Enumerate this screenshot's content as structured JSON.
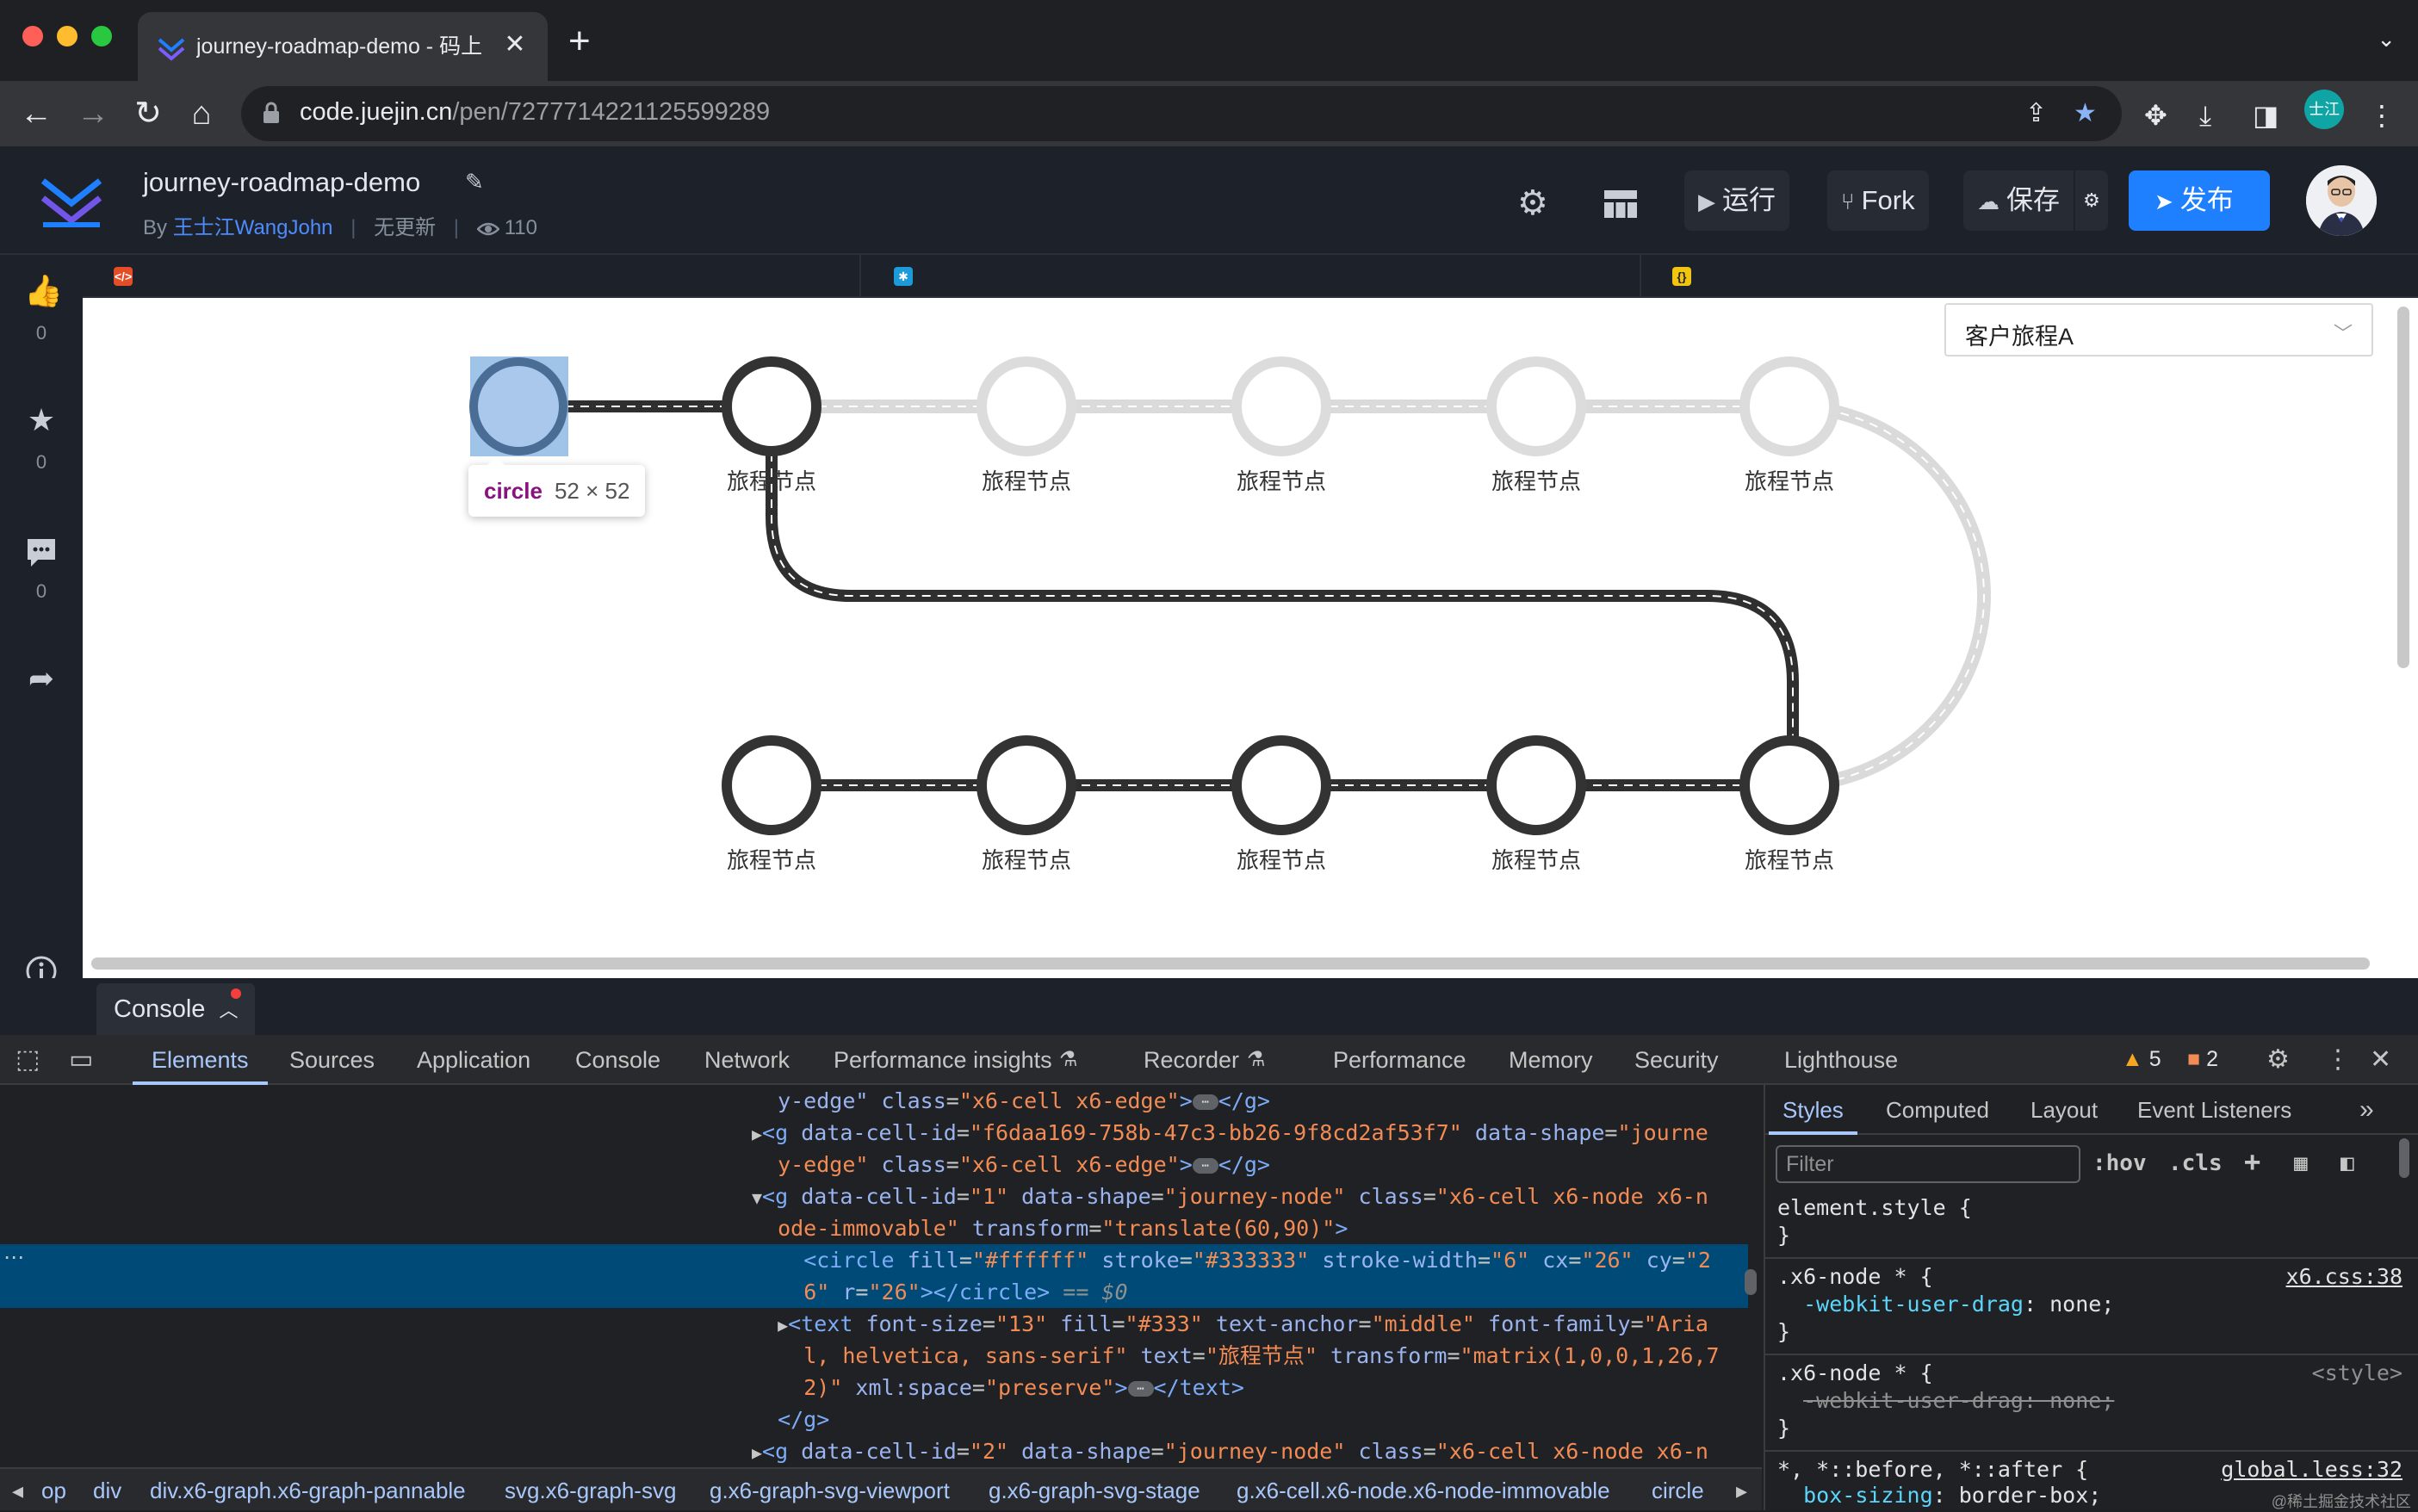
{
  "browser": {
    "tab_title": "journey-roadmap-demo - 码上",
    "url_host": "code.juejin.cn",
    "url_path": "/pen/7277714221125599289",
    "profile_initials": "士江"
  },
  "header": {
    "pen_title": "journey-roadmap-demo",
    "by_prefix": "By",
    "author": "王士江WangJohn",
    "update_status": "无更新",
    "views": "110",
    "run_label": "运行",
    "fork_label": "Fork",
    "save_label": "保存",
    "publish_label": "发布"
  },
  "rail": {
    "like_count": "0",
    "collect_count": "0",
    "comment_count": "0"
  },
  "preview": {
    "select_value": "客户旅程A",
    "node_label": "旅程节点",
    "tooltip_tag": "circle",
    "tooltip_dims": "52 × 52"
  },
  "console": {
    "label": "Console"
  },
  "devtools": {
    "tabs": [
      "Elements",
      "Sources",
      "Application",
      "Console",
      "Network",
      "Performance insights",
      "Recorder",
      "Performance",
      "Memory",
      "Security",
      "Lighthouse"
    ],
    "warnings": "5",
    "issues": "2",
    "breadcrumbs": [
      "op",
      "div",
      "div.x6-graph.x6-graph-pannable",
      "svg.x6-graph-svg",
      "g.x6-graph-svg-viewport",
      "g.x6-graph-svg-stage",
      "g.x6-cell.x6-node.x6-node-immovable",
      "circle"
    ],
    "styles_tabs": [
      "Styles",
      "Computed",
      "Layout",
      "Event Listeners"
    ],
    "filter_placeholder": "Filter",
    "hov": ":hov",
    "cls": ".cls",
    "rules": {
      "element_style": "element.style {",
      "close": "}",
      "rule1_selector": ".x6-node * {",
      "rule1_source": "x6.css:38",
      "rule2_selector": ".x6-node * {",
      "rule2_source": "<style>",
      "rule3_selector": "*, *::before, *::after {",
      "rule3_source": "global.less:32",
      "drag_prop": "-webkit-user-drag",
      "drag_val": "none;",
      "box_prop": "box-sizing",
      "box_val": "border-box;"
    },
    "watermark": "@稀土掘金技术社区"
  }
}
